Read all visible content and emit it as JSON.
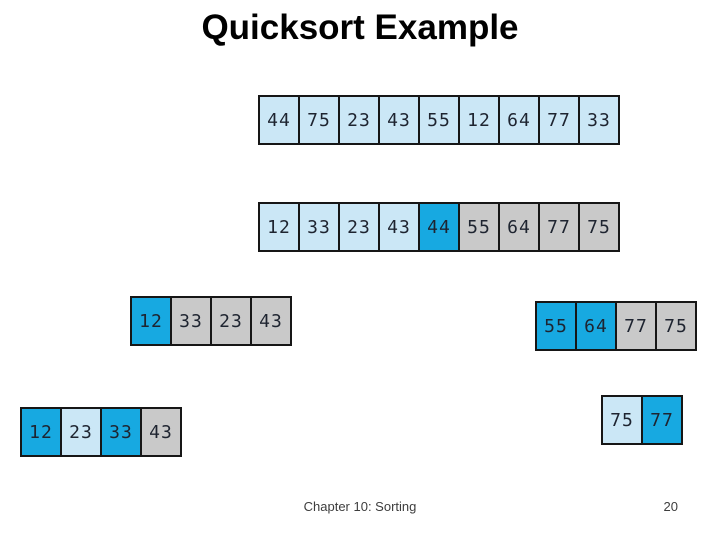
{
  "title": "Quicksort Example",
  "footer": {
    "label": "Chapter 10: Sorting",
    "page_number": "20"
  },
  "colors": {
    "light_blue": "#cbe7f6",
    "highlight_blue": "#17a9e1",
    "gray": "#c9c9c9",
    "border": "#161616"
  },
  "arrays": [
    {
      "name": "initial-array",
      "cells": [
        {
          "value": "44",
          "state": "light"
        },
        {
          "value": "75",
          "state": "light"
        },
        {
          "value": "23",
          "state": "light"
        },
        {
          "value": "43",
          "state": "light"
        },
        {
          "value": "55",
          "state": "light"
        },
        {
          "value": "12",
          "state": "light"
        },
        {
          "value": "64",
          "state": "light"
        },
        {
          "value": "77",
          "state": "light"
        },
        {
          "value": "33",
          "state": "light"
        }
      ]
    },
    {
      "name": "partitioned-array",
      "cells": [
        {
          "value": "12",
          "state": "light"
        },
        {
          "value": "33",
          "state": "light"
        },
        {
          "value": "23",
          "state": "light"
        },
        {
          "value": "43",
          "state": "light"
        },
        {
          "value": "44",
          "state": "pivot"
        },
        {
          "value": "55",
          "state": "gray"
        },
        {
          "value": "64",
          "state": "gray"
        },
        {
          "value": "77",
          "state": "gray"
        },
        {
          "value": "75",
          "state": "gray"
        }
      ]
    },
    {
      "name": "left-sublist",
      "cells": [
        {
          "value": "12",
          "state": "pivot"
        },
        {
          "value": "33",
          "state": "gray"
        },
        {
          "value": "23",
          "state": "gray"
        },
        {
          "value": "43",
          "state": "gray"
        }
      ]
    },
    {
      "name": "right-sublist",
      "cells": [
        {
          "value": "55",
          "state": "pivot"
        },
        {
          "value": "64",
          "state": "pivot"
        },
        {
          "value": "77",
          "state": "gray"
        },
        {
          "value": "75",
          "state": "gray"
        }
      ]
    },
    {
      "name": "left-sublist-sorted",
      "cells": [
        {
          "value": "12",
          "state": "pivot"
        },
        {
          "value": "23",
          "state": "light"
        },
        {
          "value": "33",
          "state": "pivot"
        },
        {
          "value": "43",
          "state": "gray"
        }
      ]
    },
    {
      "name": "right-sublist-final",
      "cells": [
        {
          "value": "75",
          "state": "light"
        },
        {
          "value": "77",
          "state": "pivot"
        }
      ]
    }
  ]
}
